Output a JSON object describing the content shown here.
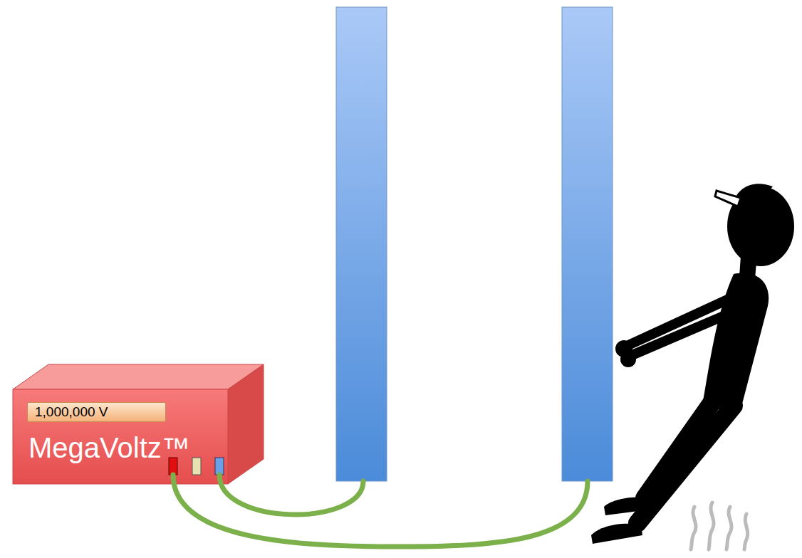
{
  "diagram": {
    "nodes": [
      {
        "text": [
          "MegaVoltz™"
        ]
      },
      {
        "text": [
          "1,000,000 V"
        ],
        "in": 0
      }
    ]
  }
}
